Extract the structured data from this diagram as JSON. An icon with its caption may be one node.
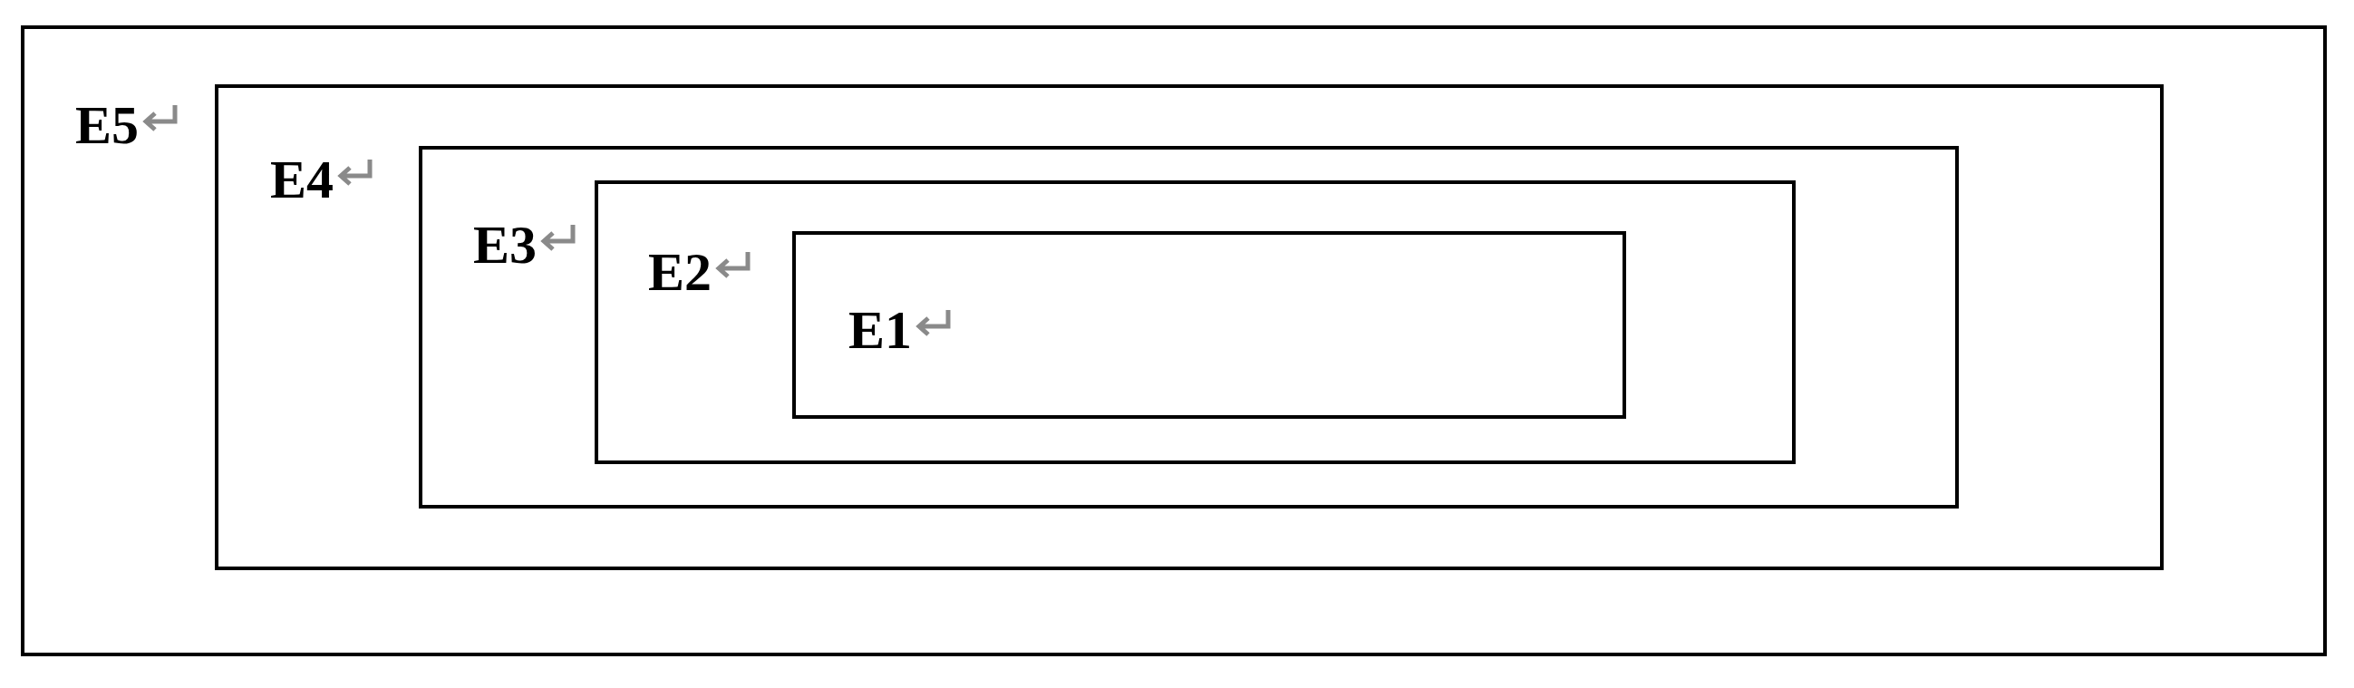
{
  "diagram": {
    "nodes": [
      {
        "text": [
          "E5"
        ]
      },
      {
        "text": [
          "E4"
        ],
        "in": 0
      },
      {
        "text": [
          "E3"
        ],
        "in": 1
      },
      {
        "text": [
          "E2"
        ],
        "in": 2
      },
      {
        "text": [
          "E1"
        ],
        "in": 3
      }
    ]
  }
}
